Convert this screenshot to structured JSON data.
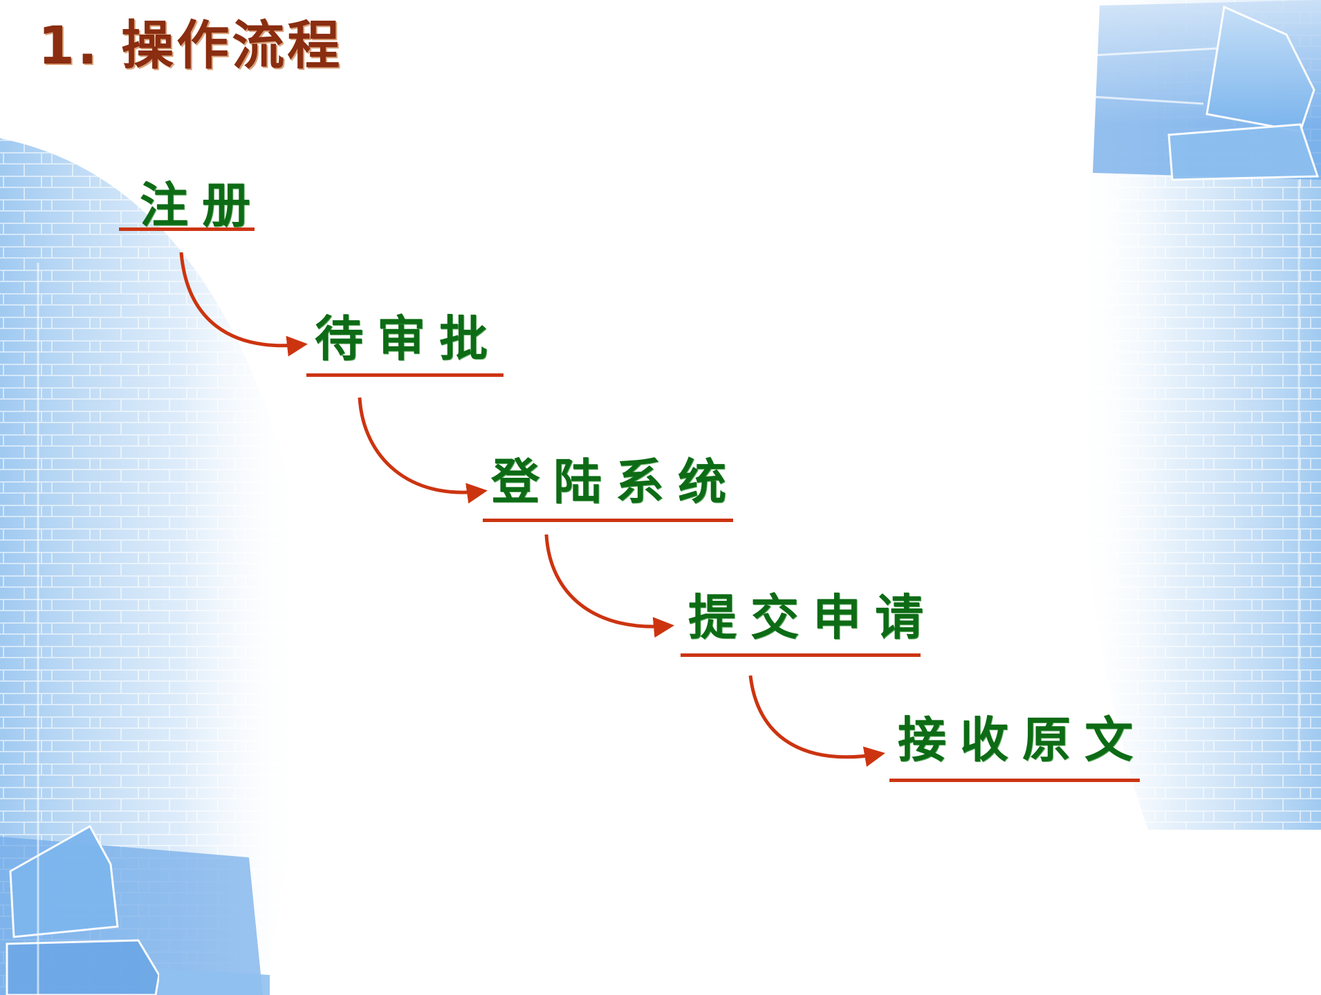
{
  "title": "1. 操作流程",
  "colors": {
    "title": "#8a2d10",
    "step_text": "#0d6b15",
    "connector": "#cc3410",
    "background_accent": "#8fc0ee"
  },
  "flow": {
    "steps": [
      {
        "id": "register",
        "label": "注册"
      },
      {
        "id": "pending-approval",
        "label": "待审批"
      },
      {
        "id": "login",
        "label": "登陆系统"
      },
      {
        "id": "submit-application",
        "label": "提交申请"
      },
      {
        "id": "receive-original",
        "label": "接收原文"
      }
    ],
    "edges": [
      {
        "from": "register",
        "to": "pending-approval"
      },
      {
        "from": "pending-approval",
        "to": "login"
      },
      {
        "from": "login",
        "to": "submit-application"
      },
      {
        "from": "submit-application",
        "to": "receive-original"
      }
    ]
  }
}
